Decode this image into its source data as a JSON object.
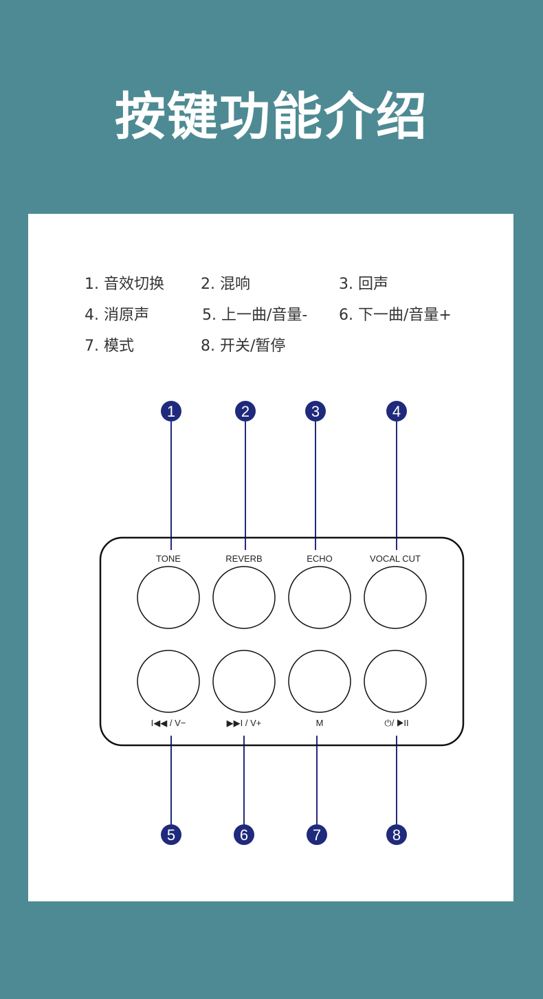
{
  "title": "按键功能介绍",
  "legend": [
    {
      "label": "1. 音效切换"
    },
    {
      "label": "2. 混响"
    },
    {
      "label": "3. 回声"
    },
    {
      "label": "4. 消原声"
    },
    {
      "label": "5. 上一曲/音量-"
    },
    {
      "label": "6. 下一曲/音量+"
    },
    {
      "label": "7. 模式"
    },
    {
      "label": "8.  开关/暂停"
    }
  ],
  "buttons_top": [
    {
      "label": "TONE",
      "number": "1"
    },
    {
      "label": "REVERB",
      "number": "2"
    },
    {
      "label": "ECHO",
      "number": "3"
    },
    {
      "label": "VOCAL CUT",
      "number": "4"
    }
  ],
  "buttons_bottom": [
    {
      "label": "I◀◀ / V−",
      "number": "5"
    },
    {
      "label": "▶▶I / V+",
      "number": "6"
    },
    {
      "label": "M",
      "number": "7"
    },
    {
      "label": "⏻/ ▶II",
      "number": "8"
    }
  ],
  "colors": {
    "background": "#4e8a93",
    "panel": "#ffffff",
    "badge": "#1f2a7c",
    "leader_line": "#1f2a7c"
  }
}
